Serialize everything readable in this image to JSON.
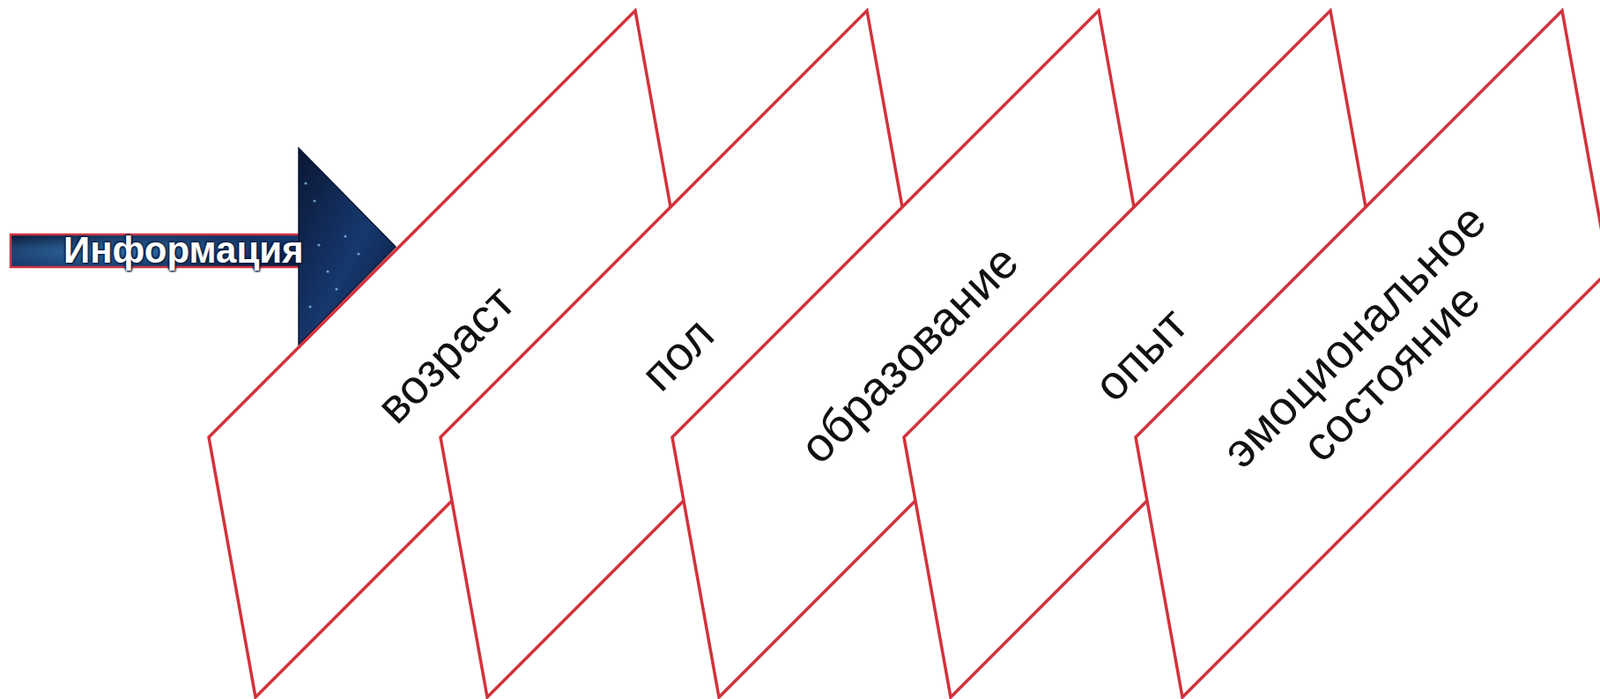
{
  "diagram": {
    "nodes": [
      {
        "text": [
          "Информация"
        ]
      },
      {
        "text": [
          "возраст"
        ]
      },
      {
        "text": [
          "пол"
        ]
      },
      {
        "text": [
          "образование"
        ]
      },
      {
        "text": [
          "опыт"
        ]
      },
      {
        "text": [
          "эмоциональное состояние"
        ]
      }
    ]
  }
}
